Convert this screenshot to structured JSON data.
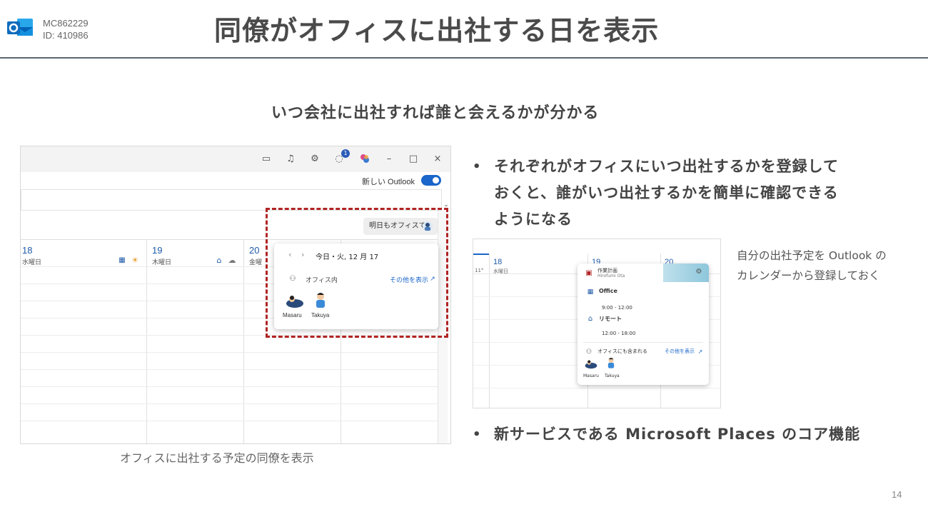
{
  "header": {
    "doc_id": "MC862229",
    "id_label": "ID: 410986",
    "title": "同僚がオフィスに出社する日を表示"
  },
  "subtitle": "いつ会社に出社すれば誰と会えるかが分かる",
  "outlook_window": {
    "new_outlook_label": "新しい Outlook",
    "notification_count": "1",
    "tomorrow_button": "明日もオフィスで",
    "days": [
      {
        "num": "18",
        "name": "水曜日"
      },
      {
        "num": "19",
        "name": "木曜日"
      },
      {
        "num": "20",
        "name": "金曜"
      }
    ],
    "popup": {
      "date": "今日・火, 12 月 17",
      "in_office": "オフィス内",
      "see_more": "その他を表示",
      "people": [
        "Masaru",
        "Takuya"
      ]
    }
  },
  "caption_left": "オフィスに出社する予定の同僚を表示",
  "bullets": [
    {
      "lines": [
        "それぞれがオフィスにいつ出社するかを登録して",
        "おくと、誰がいつ出社するかを簡単に確認できる",
        "ようになる"
      ]
    },
    {
      "lines": [
        "新サービスである Microsoft Places のコア機能"
      ]
    }
  ],
  "second_shot": {
    "temp": "11°",
    "days": [
      {
        "num": "18",
        "name": "水曜日"
      },
      {
        "num": "19",
        "name": ""
      },
      {
        "num": "20",
        "name": ""
      }
    ],
    "card": {
      "event_title": "作業計画",
      "event_person": "Hirofumi Ota",
      "loc1": "Office",
      "time1": "9:00 - 12:00",
      "loc2": "リモート",
      "time2": "12:00 - 18:00",
      "also_in_office": "オフィスにも含まれる",
      "see_more": "その他を表示",
      "people": [
        "Masaru",
        "Takuya"
      ]
    }
  },
  "caption_right": [
    "自分の出社予定を Outlook の",
    "カレンダーから登録しておく"
  ],
  "page_number": "14",
  "colors": {
    "accent_blue": "#1a66c9",
    "highlight_red": "#b02424",
    "outlook_blue": "#0f6cbd"
  }
}
